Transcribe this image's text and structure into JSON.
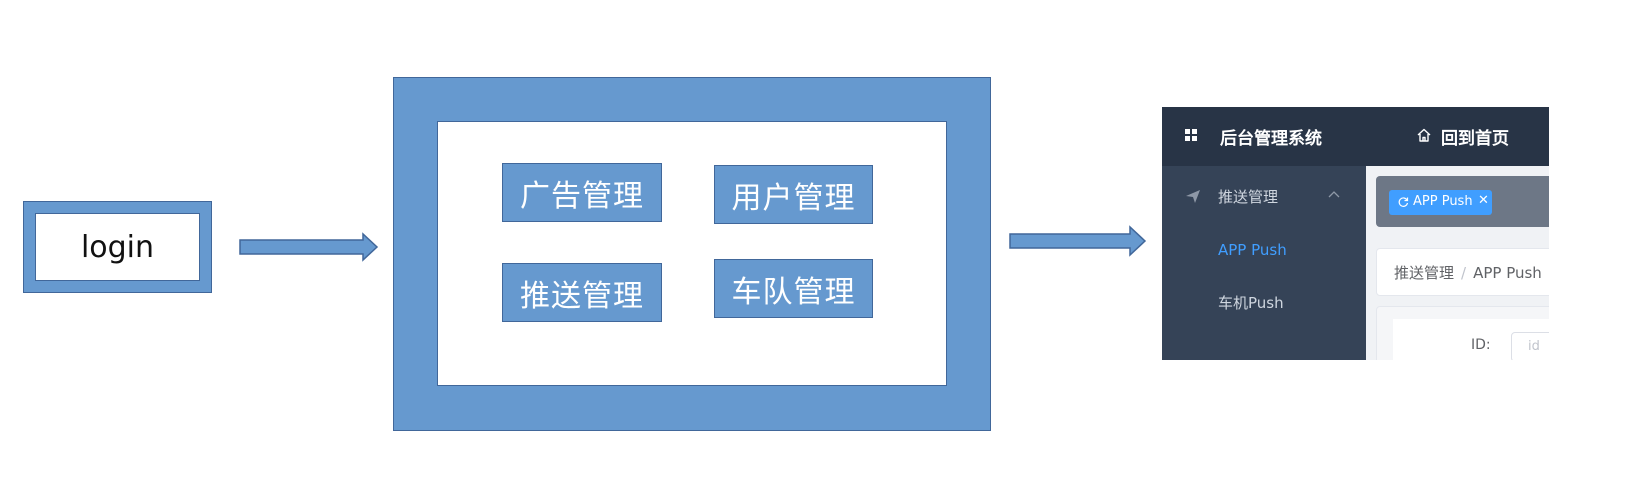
{
  "login": {
    "label": "login"
  },
  "menu": {
    "items": [
      "广告管理",
      "用户管理",
      "推送管理",
      "车队管理"
    ]
  },
  "admin": {
    "title": "后台管理系统",
    "home": "回到首页",
    "sidebar": {
      "group": "推送管理",
      "items": [
        "APP Push",
        "车机Push"
      ],
      "active_color": "#409eff"
    },
    "tag": {
      "label": "APP Push"
    },
    "breadcrumb": {
      "parent": "推送管理",
      "separator": "/",
      "current": "APP Push"
    },
    "form": {
      "id_label": "ID:",
      "id_placeholder": "id"
    }
  },
  "colors": {
    "diagram_fill": "#6699cf",
    "diagram_border": "#41679a",
    "topbar": "#283446",
    "sidebar": "#354357"
  }
}
